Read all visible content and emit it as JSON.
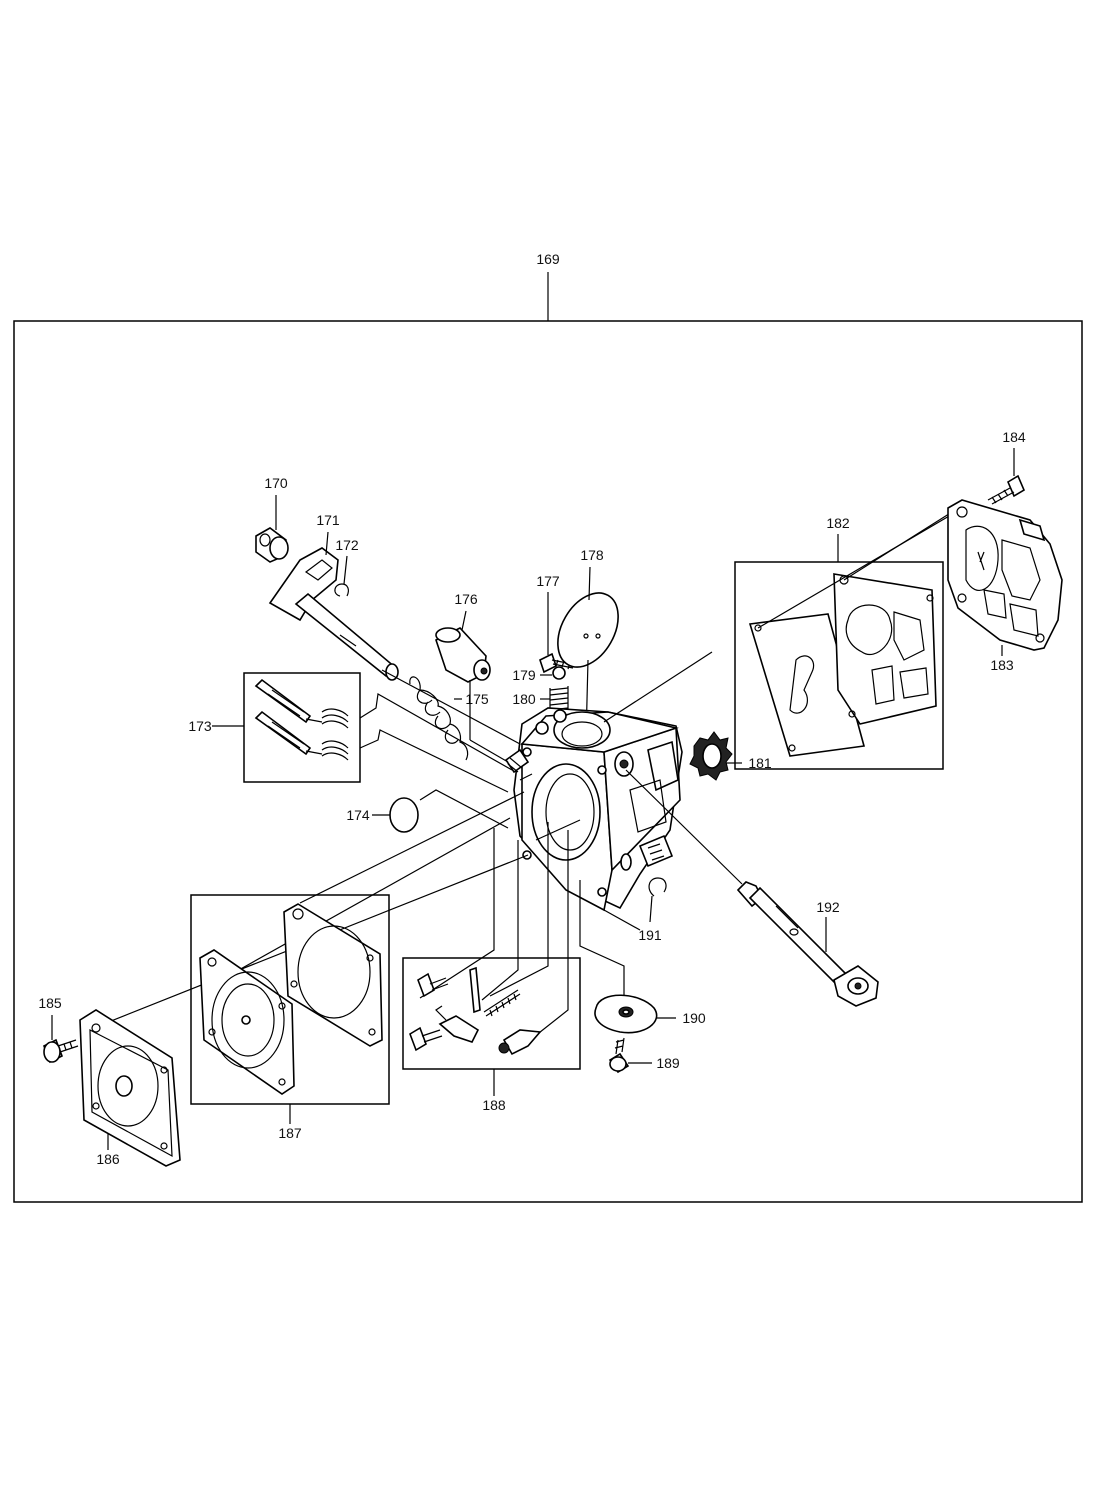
{
  "callouts": {
    "c169": "169",
    "c170": "170",
    "c171": "171",
    "c172": "172",
    "c173": "173",
    "c174": "174",
    "c175": "175",
    "c176": "176",
    "c177": "177",
    "c178": "178",
    "c179": "179",
    "c180": "180",
    "c181": "181",
    "c182": "182",
    "c183": "183",
    "c184": "184",
    "c185": "185",
    "c186": "186",
    "c187": "187",
    "c188": "188",
    "c189": "189",
    "c190": "190",
    "c191": "191",
    "c192": "192"
  }
}
